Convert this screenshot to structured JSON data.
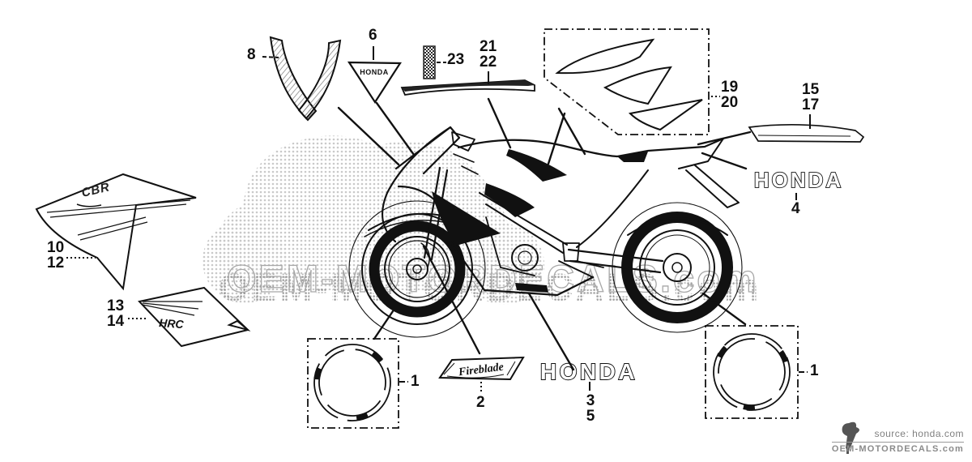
{
  "diagram": {
    "watermark_text": "OEM-MOTORDECALS.com",
    "source_label": "source: honda.com",
    "source_brand": "OEM-MOTORDECALS.com"
  },
  "decal_text": {
    "windscreen_triangle": "HONDA",
    "rear_cowl_badge": "HONDA",
    "lower_cowl_badge": "HONDA",
    "side_panel_logo": "CBR",
    "lower_panel_logo": "HRC",
    "tank_badge": "Fireblade"
  },
  "part_labels": [
    {
      "part": "8",
      "lines": [
        "8"
      ]
    },
    {
      "part": "6",
      "lines": [
        "6"
      ]
    },
    {
      "part": "23",
      "lines": [
        "23"
      ]
    },
    {
      "part": "21-22",
      "lines": [
        "21",
        "22"
      ]
    },
    {
      "part": "19-20",
      "lines": [
        "19",
        "20"
      ]
    },
    {
      "part": "15-17",
      "lines": [
        "15",
        "17"
      ]
    },
    {
      "part": "4",
      "lines": [
        "4"
      ]
    },
    {
      "part": "10-12",
      "lines": [
        "10",
        "12"
      ]
    },
    {
      "part": "13-14",
      "lines": [
        "13",
        "14"
      ]
    },
    {
      "part": "1",
      "lines": [
        "1"
      ]
    },
    {
      "part": "1",
      "lines": [
        "1"
      ]
    },
    {
      "part": "2",
      "lines": [
        "2"
      ]
    },
    {
      "part": "3-5",
      "lines": [
        "3",
        "5"
      ]
    }
  ],
  "colors": {
    "line": "#111111",
    "watermark_outline": "#a8a8a8",
    "halftone_gray": "#9d9d9d",
    "credit_text": "#808080"
  }
}
